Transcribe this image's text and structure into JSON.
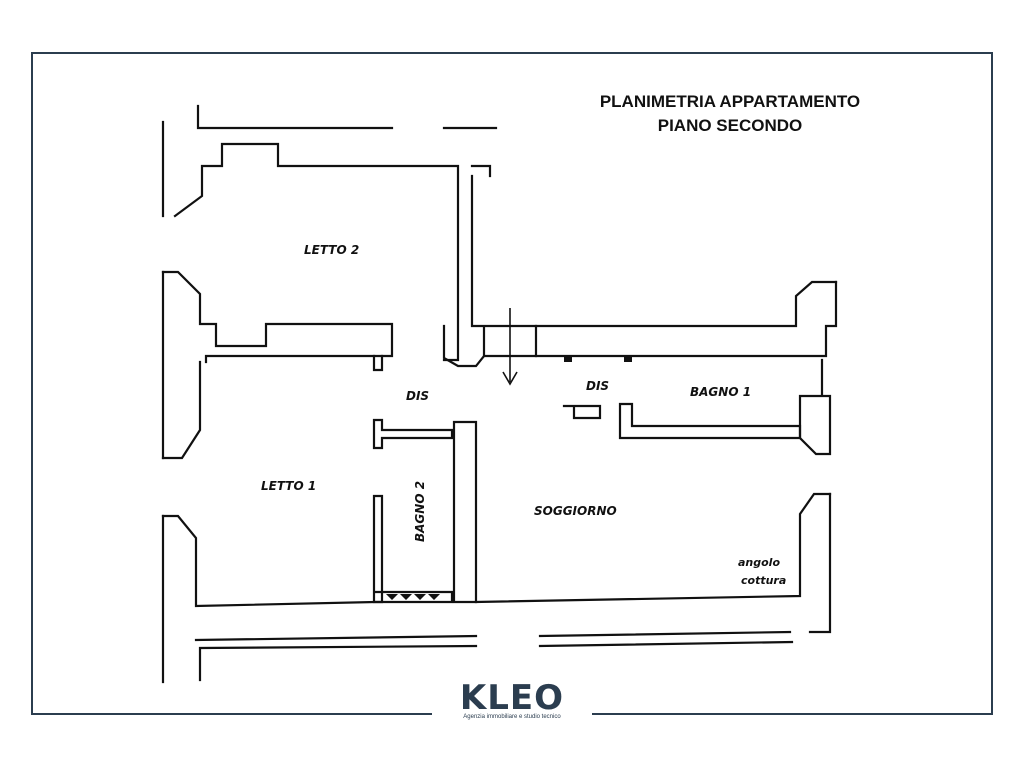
{
  "title": {
    "line1": "PLANIMETRIA APPARTAMENTO",
    "line2": "PIANO SECONDO"
  },
  "rooms": {
    "letto2": "LETTO 2",
    "letto1": "LETTO 1",
    "dis_left": "DIS",
    "dis_right": "DIS",
    "bagno1": "BAGNO 1",
    "bagno2": "BAGNO 2",
    "soggiorno": "SOGGIORNO",
    "angolo_line1": "angolo",
    "angolo_line2": "cottura"
  },
  "logo": {
    "name": "KLEO",
    "tagline": "Agenzia immobiliare e studio tecnico"
  },
  "colors": {
    "frame": "#2b3d4f",
    "walls": "#111111",
    "logo": "#2b3d4f",
    "logo_accent": "#c0392b"
  }
}
